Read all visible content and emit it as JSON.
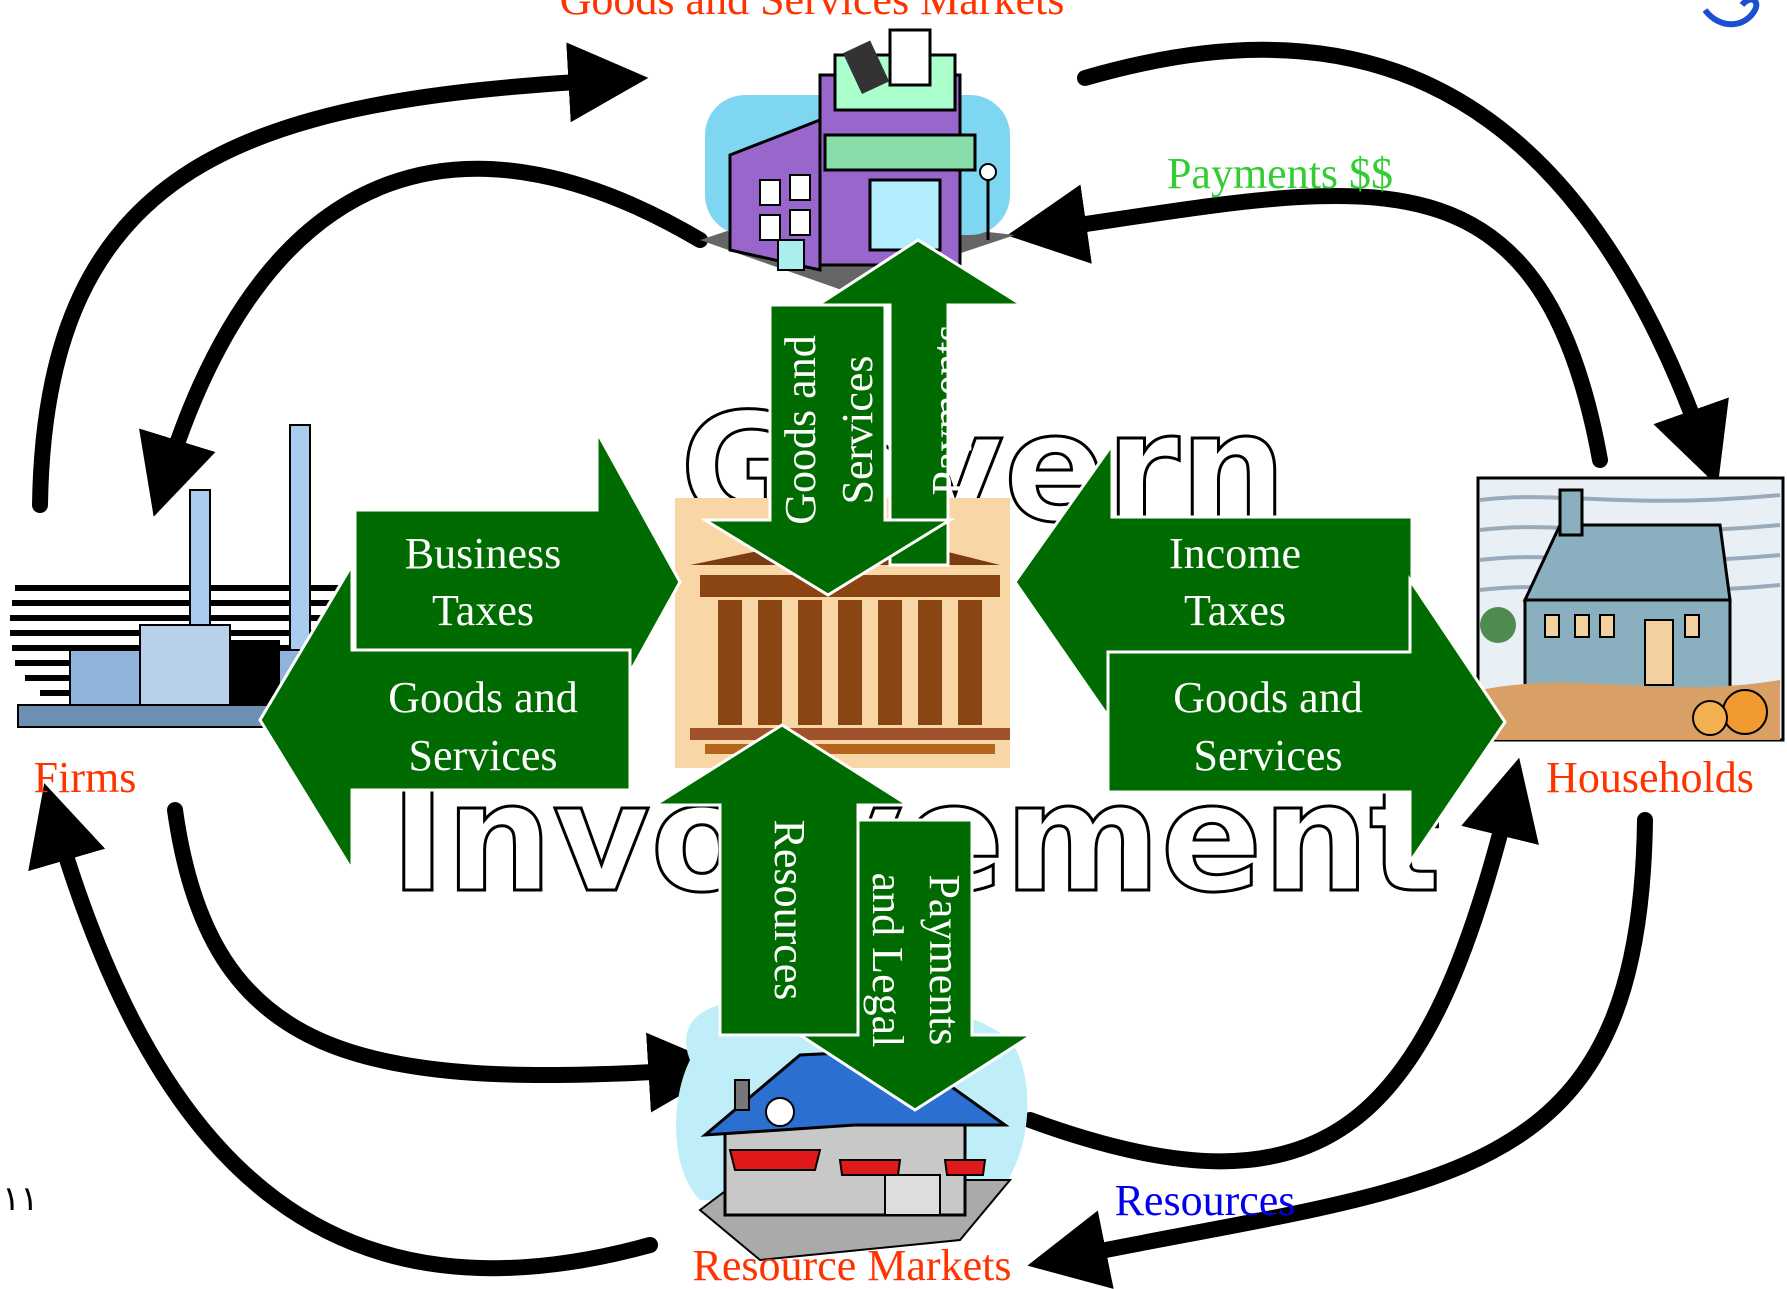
{
  "labels": {
    "goods_markets": "Goods and Services Markets",
    "payments": "Payments  $$",
    "firms": "Firms",
    "households": "Households",
    "resource_markets": "Resource Markets",
    "resources": "Resources",
    "bg_word_1": "Govern",
    "bg_word_2": "Involvement",
    "corner_mark": "١١"
  },
  "arrows": {
    "business_taxes": [
      "Business",
      "Taxes"
    ],
    "goods_left": [
      "Goods and",
      "Services"
    ],
    "income_taxes": [
      "Income",
      "Taxes"
    ],
    "goods_right": [
      "Goods and",
      "Services"
    ],
    "goods_top": [
      "Goods and",
      "Services"
    ],
    "payments_top": "Payments",
    "resources_bottom": "Resources",
    "payments_legal": [
      "Payments",
      "and Legal"
    ]
  },
  "colors": {
    "green_arrow": "#006b00",
    "label_red": "#ff3300",
    "payments_green": "#33cc33",
    "resources_blue": "#0000ee"
  }
}
